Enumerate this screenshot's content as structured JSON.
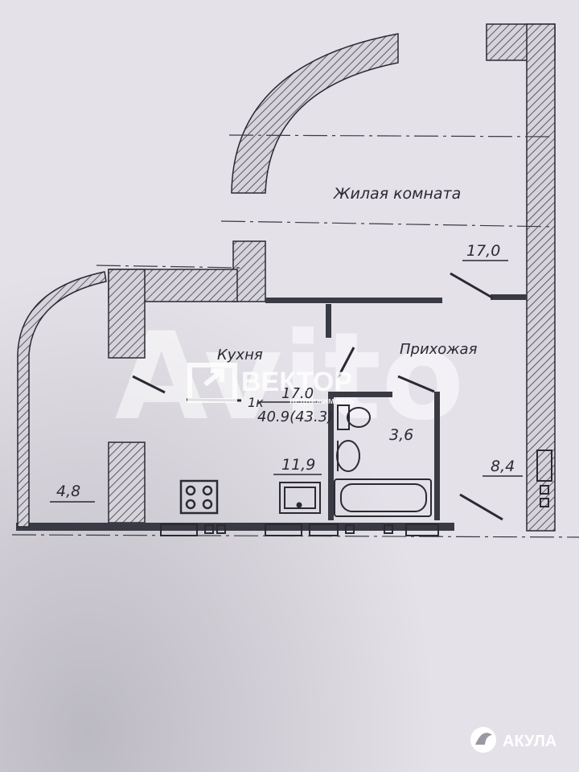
{
  "rooms": {
    "living_room": {
      "name": "Жилая комната",
      "area": "17,0"
    },
    "kitchen": {
      "name": "Кухня",
      "area": "11,9"
    },
    "hallway": {
      "name": "Прихожая",
      "area": "8,4"
    },
    "bathroom": {
      "area": "3,6"
    },
    "loggia": {
      "area": "4,8"
    }
  },
  "summary": {
    "unit_type": "1к",
    "living_area": "17.0",
    "total_area": "40.9(43.3)"
  },
  "watermark": {
    "brand": "ВЕКТОР",
    "subtitle": "недвижимость",
    "background_text": "Avito"
  },
  "logo": {
    "text": "АКУЛА"
  },
  "colors": {
    "paper": "#e4e1e8",
    "ink": "#2a2a32",
    "hatch": "#3a3a44"
  }
}
